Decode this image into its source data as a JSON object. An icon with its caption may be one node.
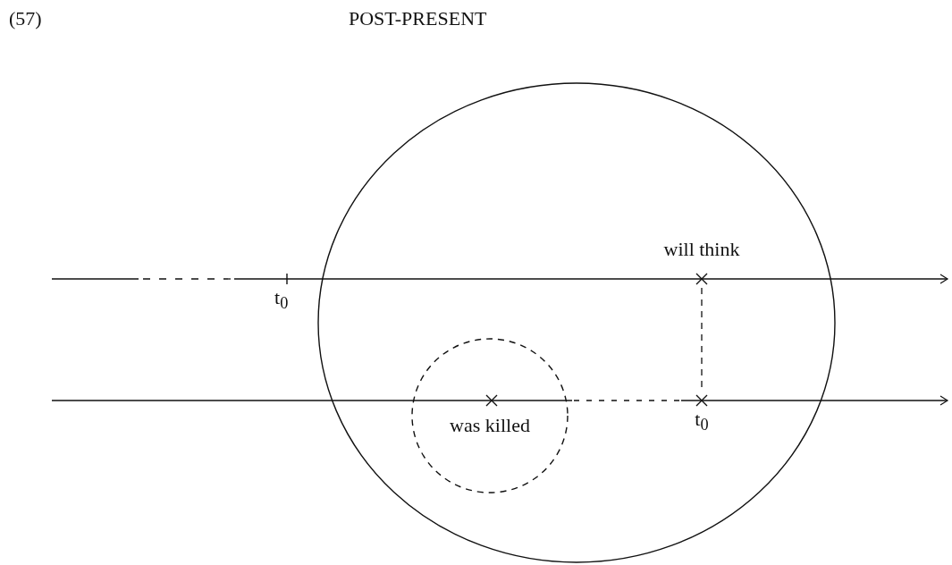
{
  "diagram": {
    "title": "POST-PRESENT",
    "nodes": [
      {
        "text": [],
        "shape": "circle"
      },
      {
        "text": [
          "was killed"
        ],
        "in": 0
      },
      {
        "text": [
          "will think"
        ],
        "in": 0
      },
      {
        "text": [
          "t$_{0}$"
        ],
        "in": 0
      }
    ],
    "edges": [
      {
        "from": 2,
        "to": 3,
        "arrow": "none",
        "style": "dashed"
      }
    ],
    "labels": [
      "(57)",
      "t$_{0}$"
    ]
  }
}
